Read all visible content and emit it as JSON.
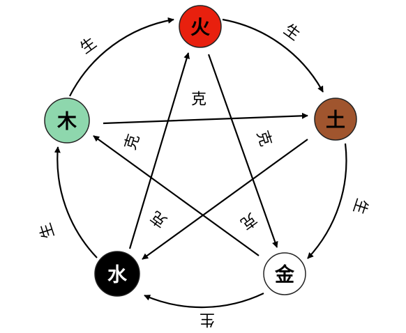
{
  "colors": {
    "fire": "#e8200e",
    "earth": "#a0552e",
    "metal": "#ffffff",
    "water": "#000000",
    "wood": "#8ed7ad",
    "stroke": "#000000"
  },
  "elements": [
    {
      "key": "fire",
      "label": "火",
      "color": "#e8200e",
      "text_color": "#000000"
    },
    {
      "key": "earth",
      "label": "土",
      "color": "#a0552e",
      "text_color": "#000000"
    },
    {
      "key": "metal",
      "label": "金",
      "color": "#ffffff",
      "text_color": "#000000"
    },
    {
      "key": "water",
      "label": "水",
      "color": "#000000",
      "text_color": "#ffffff"
    },
    {
      "key": "wood",
      "label": "木",
      "color": "#8ed7ad",
      "text_color": "#000000"
    }
  ],
  "generating": {
    "label": "生",
    "pairs": [
      [
        "fire",
        "earth"
      ],
      [
        "earth",
        "metal"
      ],
      [
        "metal",
        "water"
      ],
      [
        "water",
        "wood"
      ],
      [
        "wood",
        "fire"
      ]
    ]
  },
  "controlling": {
    "label": "克",
    "pairs": [
      [
        "fire",
        "metal"
      ],
      [
        "metal",
        "wood"
      ],
      [
        "wood",
        "earth"
      ],
      [
        "earth",
        "water"
      ],
      [
        "water",
        "fire"
      ]
    ]
  }
}
